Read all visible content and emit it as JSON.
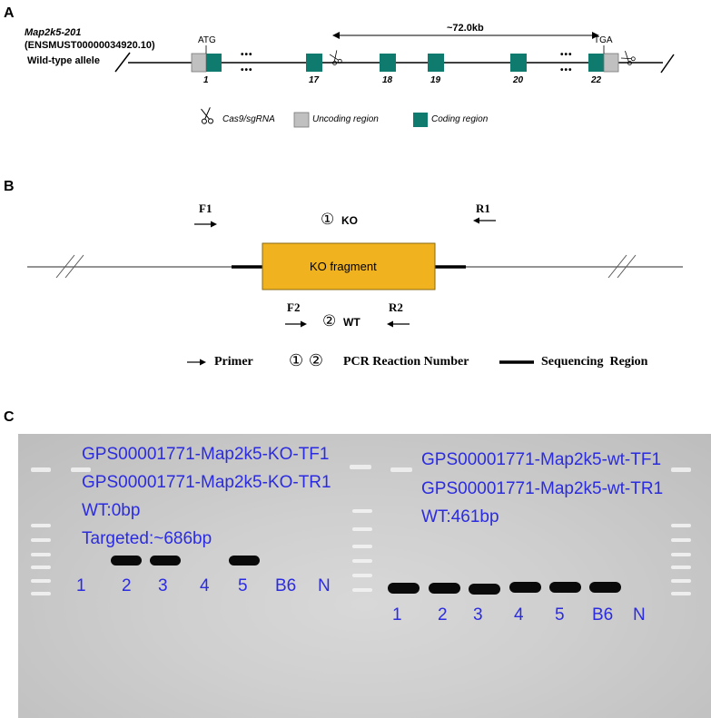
{
  "panels": {
    "a": "A",
    "b": "B",
    "c": "C"
  },
  "panel_a": {
    "transcript_name": "Map2k5-201",
    "transcript_id": "(ENSMUST00000034920.10)",
    "allele_label": "Wild-type allele",
    "distance": "~72.0kb",
    "start_codon": "ATG",
    "stop_codon": "TGA",
    "ellipsis": "•••",
    "exons": [
      "1",
      "17",
      "18",
      "19",
      "20",
      "22"
    ],
    "legend": {
      "cas9": "Cas9/sgRNA",
      "uncoding": "Uncoding region",
      "coding": "Coding region"
    },
    "colors": {
      "coding": "#0f7a6e",
      "uncoding": "#c0c0c0"
    }
  },
  "panel_b": {
    "primer_f1": "F1",
    "primer_r1": "R1",
    "primer_f2": "F2",
    "primer_r2": "R2",
    "ko_num": "①",
    "ko_label": "KO",
    "wt_num": "②",
    "wt_label": "WT",
    "fragment_label": "KO fragment",
    "legend": {
      "primer": "Primer",
      "pcr_nums": "① ②",
      "pcr": "PCR Reaction Number",
      "seq": "Sequencing  Region"
    },
    "colors": {
      "fragment": "#f0b21e"
    }
  },
  "panel_c": {
    "left": {
      "primer1": "GPS00001771-Map2k5-KO-TF1",
      "primer2": "GPS00001771-Map2k5-KO-TR1",
      "wt": "WT:0bp",
      "targeted": "Targeted:~686bp",
      "lanes": [
        "1",
        "2",
        "3",
        "4",
        "5",
        "B6",
        "N"
      ]
    },
    "right": {
      "primer1": "GPS00001771-Map2k5-wt-TF1",
      "primer2": "GPS00001771-Map2k5-wt-TR1",
      "wt": "WT:461bp",
      "lanes": [
        "1",
        "2",
        "3",
        "4",
        "5",
        "B6",
        "N"
      ]
    },
    "colors": {
      "label_text": "#2b2be0"
    }
  }
}
